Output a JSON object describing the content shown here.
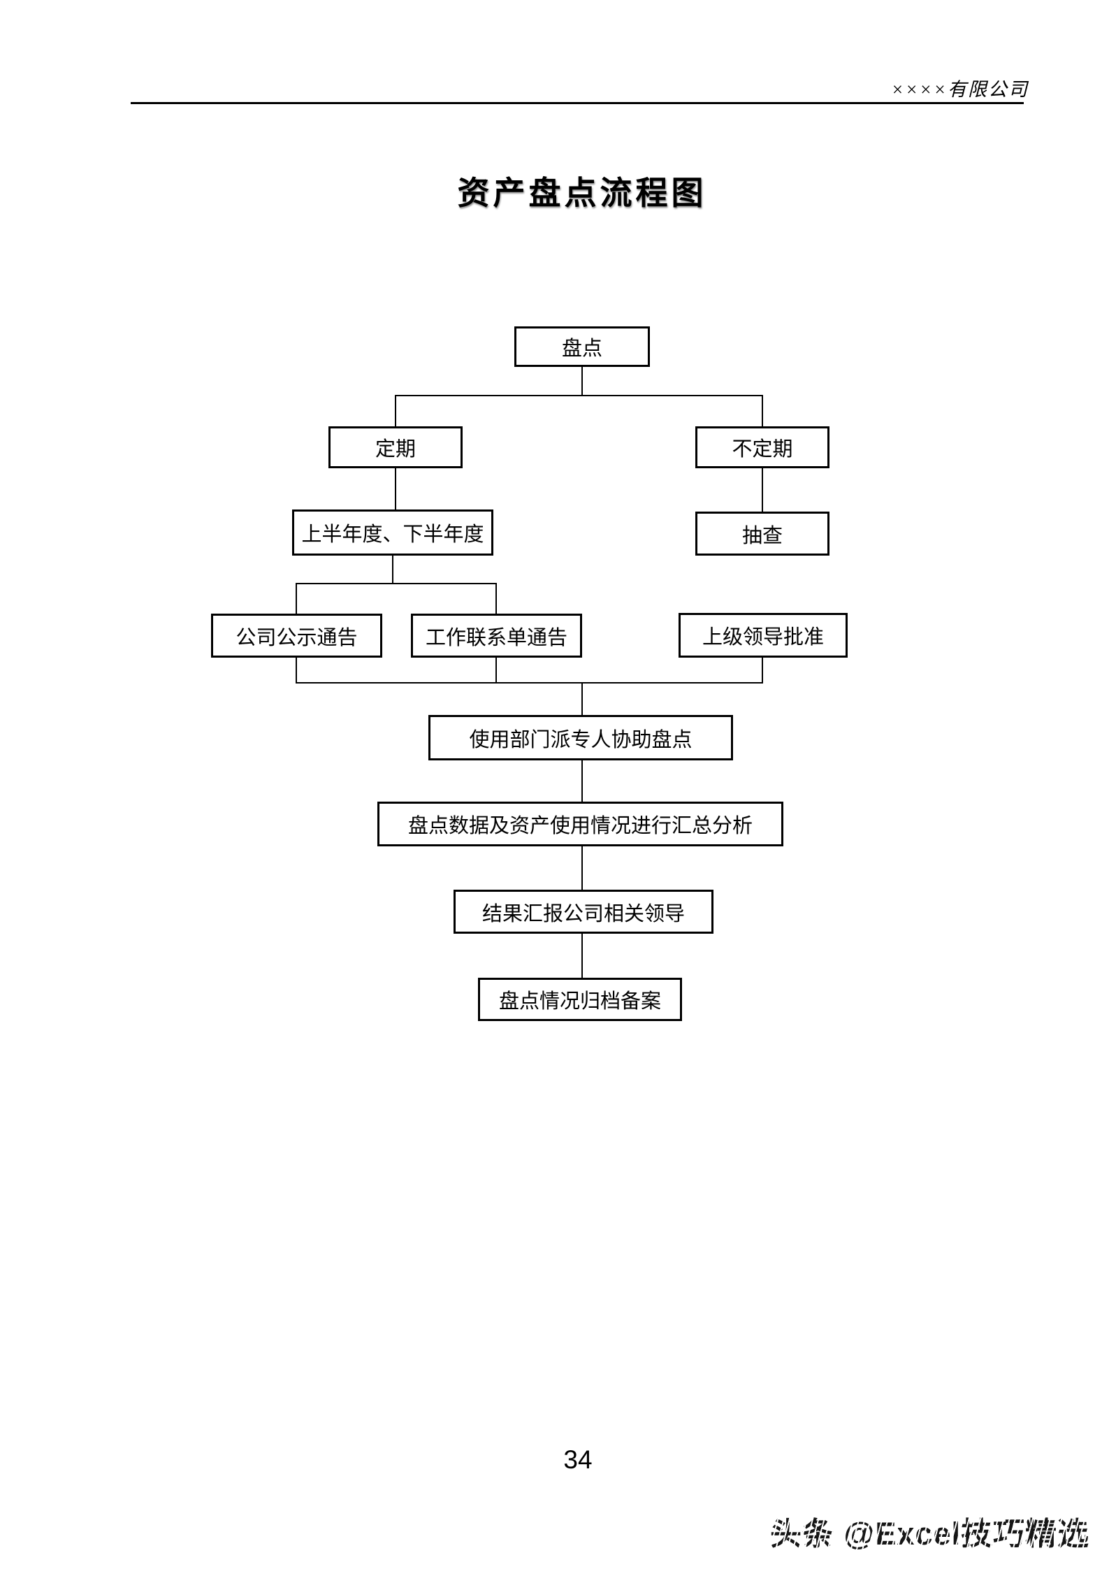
{
  "header": {
    "company_name": "××××有限公司"
  },
  "document": {
    "title": "资产盘点流程图",
    "page_number": "34"
  },
  "watermark": {
    "text": "头条 @Excel技巧精选"
  },
  "flowchart": {
    "nodes": [
      {
        "id": "inventory",
        "label": "盘点"
      },
      {
        "id": "regular",
        "label": "定期"
      },
      {
        "id": "irregular",
        "label": "不定期"
      },
      {
        "id": "half-year",
        "label": "上半年度、下半年度"
      },
      {
        "id": "spot-check",
        "label": "抽查"
      },
      {
        "id": "public-notice",
        "label": "公司公示通告"
      },
      {
        "id": "work-contact",
        "label": "工作联系单通告"
      },
      {
        "id": "leader-approval",
        "label": "上级领导批准"
      },
      {
        "id": "dept-assist",
        "label": "使用部门派专人协助盘点"
      },
      {
        "id": "summary-analysis",
        "label": "盘点数据及资产使用情况进行汇总分析"
      },
      {
        "id": "report-leaders",
        "label": "结果汇报公司相关领导"
      },
      {
        "id": "archive",
        "label": "盘点情况归档备案"
      }
    ],
    "edges": [
      {
        "from": "盘点",
        "to": "定期"
      },
      {
        "from": "盘点",
        "to": "不定期"
      },
      {
        "from": "定期",
        "to": "上半年度、下半年度"
      },
      {
        "from": "不定期",
        "to": "抽查"
      },
      {
        "from": "上半年度、下半年度",
        "to": "公司公示通告"
      },
      {
        "from": "上半年度、下半年度",
        "to": "工作联系单通告"
      },
      {
        "from": "抽查",
        "to": "上级领导批准"
      },
      {
        "from": "公司公示通告",
        "to": "使用部门派专人协助盘点"
      },
      {
        "from": "工作联系单通告",
        "to": "使用部门派专人协助盘点"
      },
      {
        "from": "上级领导批准",
        "to": "使用部门派专人协助盘点"
      },
      {
        "from": "使用部门派专人协助盘点",
        "to": "盘点数据及资产使用情况进行汇总分析"
      },
      {
        "from": "盘点数据及资产使用情况进行汇总分析",
        "to": "结果汇报公司相关领导"
      },
      {
        "from": "结果汇报公司相关领导",
        "to": "盘点情况归档备案"
      }
    ]
  }
}
